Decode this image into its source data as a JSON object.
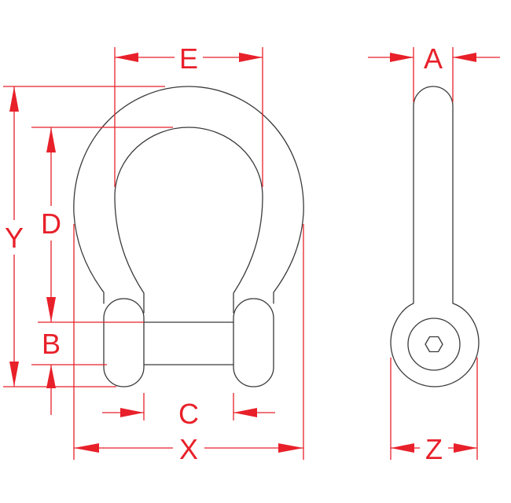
{
  "diagram": {
    "labels": {
      "E": "E",
      "A": "A",
      "Y": "Y",
      "D": "D",
      "B": "B",
      "C": "C",
      "X": "X",
      "Z": "Z"
    },
    "colors": {
      "outline": "#3a3a3a",
      "dimension": "#e8202a",
      "background": "#ffffff"
    },
    "icons": {
      "bolt_head": "hex-socket-icon"
    }
  }
}
